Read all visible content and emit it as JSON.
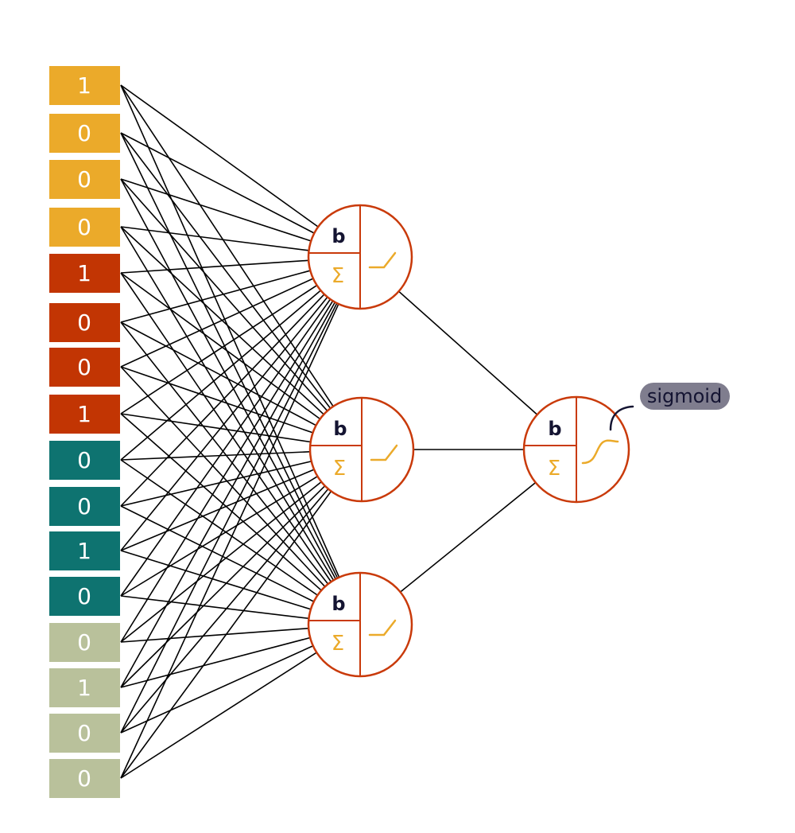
{
  "inputs": [
    {
      "value": "1",
      "group": "g1"
    },
    {
      "value": "0",
      "group": "g1"
    },
    {
      "value": "0",
      "group": "g1"
    },
    {
      "value": "0",
      "group": "g1"
    },
    {
      "value": "1",
      "group": "g2"
    },
    {
      "value": "0",
      "group": "g2"
    },
    {
      "value": "0",
      "group": "g2"
    },
    {
      "value": "1",
      "group": "g2"
    },
    {
      "value": "0",
      "group": "g3"
    },
    {
      "value": "0",
      "group": "g3"
    },
    {
      "value": "1",
      "group": "g3"
    },
    {
      "value": "0",
      "group": "g3"
    },
    {
      "value": "0",
      "group": "g4"
    },
    {
      "value": "1",
      "group": "g4"
    },
    {
      "value": "0",
      "group": "g4"
    },
    {
      "value": "0",
      "group": "g4"
    }
  ],
  "group_colors": {
    "g1": "#EBAA2A",
    "g2": "#C23503",
    "g3": "#0E7370",
    "g4": "#B9C19B"
  },
  "neuron": {
    "bias_label": "b",
    "sum_label": "Σ",
    "stroke": "#C93A0A",
    "activation_color": "#EBAA2A",
    "text_color": "#141432"
  },
  "hidden_layer": [
    {
      "activation": "relu-icon"
    },
    {
      "activation": "relu-icon"
    },
    {
      "activation": "relu-icon"
    }
  ],
  "output_neuron": {
    "activation": "sigmoid-icon",
    "label": "sigmoid",
    "label_bg": "#7F7D8E"
  }
}
